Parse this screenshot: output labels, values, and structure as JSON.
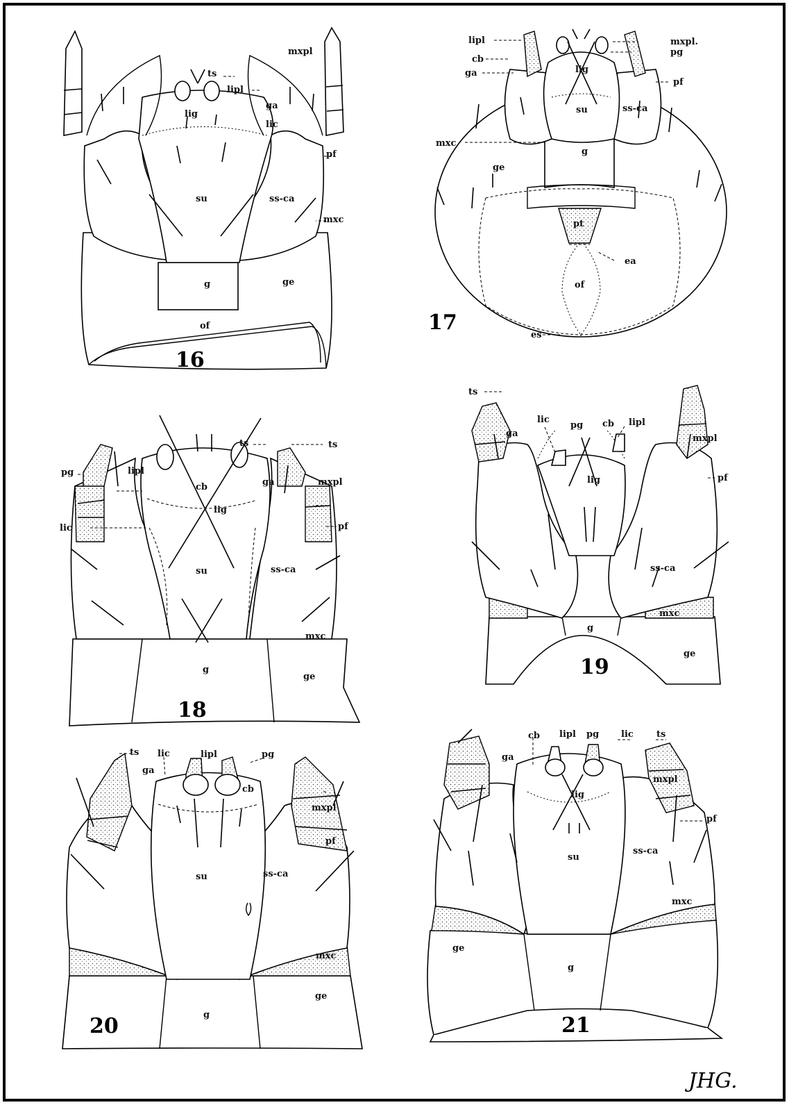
{
  "figures": [
    {
      "id": "16",
      "number": "16",
      "labels": {
        "ts": "ts",
        "lipl": "lipl",
        "mxpl": "mxpl",
        "ga": "ga",
        "lig": "lig",
        "lic": "lic",
        "pf": "pf",
        "su": "su",
        "ss_ca": "ss-ca",
        "mxc": "mxc",
        "g": "g",
        "ge": "ge",
        "of": "of"
      }
    },
    {
      "id": "17",
      "number": "17",
      "labels": {
        "lipl": "lipl",
        "mxpl": "mxpl.",
        "cb": "cb",
        "pg": "pg",
        "ga": "ga",
        "lig": "lig",
        "pf": "pf",
        "su": "su",
        "ss_ca": "ss-ca",
        "mxc": "mxc",
        "g": "g",
        "ge": "ge",
        "pt": "pt",
        "ea": "ea",
        "of": "of",
        "es": "es"
      }
    },
    {
      "id": "18",
      "number": "18",
      "labels": {
        "ts_left": "ts",
        "ts_right": "ts",
        "pg": "pg",
        "lipl": "lipl",
        "cb": "cb",
        "ga": "ga",
        "mxpl": "mxpl",
        "lig": "lig",
        "lic": "lic",
        "pf": "pf",
        "su": "su",
        "ss_ca": "ss-ca",
        "mxc": "mxc",
        "g": "g",
        "ge": "ge"
      }
    },
    {
      "id": "19",
      "number": "19",
      "labels": {
        "ts": "ts",
        "lic": "lic",
        "pg": "pg",
        "cb": "cb",
        "lipl": "lipl",
        "ga": "ga",
        "mxpl": "mxpl",
        "lig": "lig",
        "pf": "pf",
        "ss_ca": "ss-ca",
        "mxc": "mxc",
        "g": "g",
        "ge": "ge"
      }
    },
    {
      "id": "20",
      "number": "20",
      "labels": {
        "ts": "ts",
        "lic": "lic",
        "lipl": "lipl",
        "pg": "pg",
        "ga": "ga",
        "cb": "cb",
        "mxpl": "mxpl",
        "pf": "pf",
        "su": "su",
        "ss_ca": "ss-ca",
        "mxc": "mxc",
        "g": "g",
        "ge": "ge"
      }
    },
    {
      "id": "21",
      "number": "21",
      "labels": {
        "cb": "cb",
        "lipl": "lipl",
        "pg": "pg",
        "lic": "lic",
        "ts": "ts",
        "ga": "ga",
        "mxpl": "mxpl",
        "lig": "lig",
        "pf": "pf",
        "su": "su",
        "ss_ca": "ss-ca",
        "mxc": "mxc",
        "ge": "ge",
        "g": "g"
      }
    }
  ],
  "signature": "JHG."
}
